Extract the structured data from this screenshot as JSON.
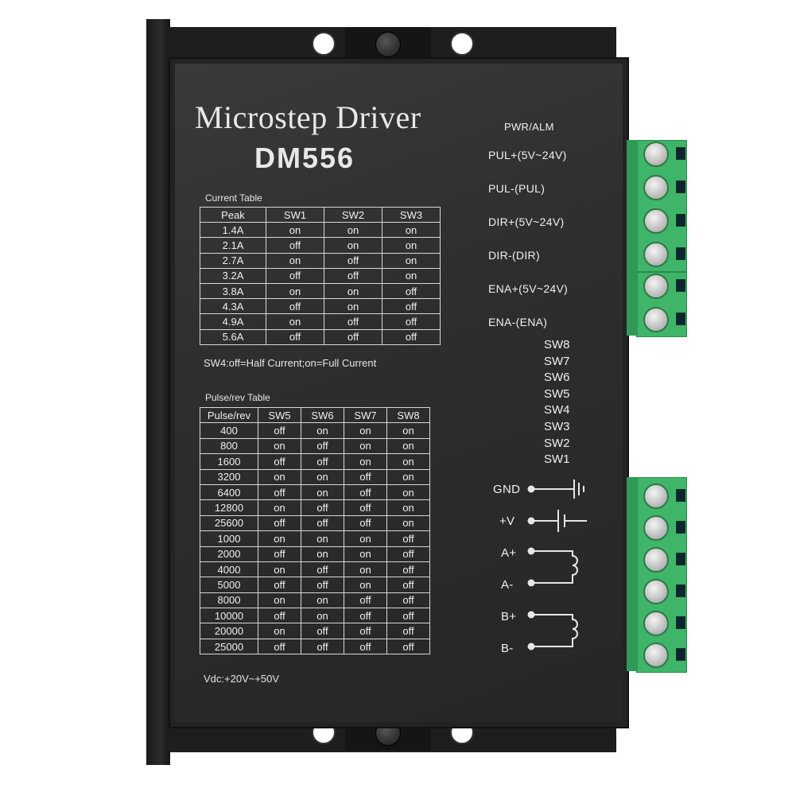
{
  "product": {
    "title": "Microstep Driver",
    "model": "DM556"
  },
  "current_table": {
    "caption": "Current Table",
    "headers": [
      "Peak",
      "SW1",
      "SW2",
      "SW3"
    ],
    "rows": [
      [
        "1.4A",
        "on",
        "on",
        "on"
      ],
      [
        "2.1A",
        "off",
        "on",
        "on"
      ],
      [
        "2.7A",
        "on",
        "off",
        "on"
      ],
      [
        "3.2A",
        "off",
        "off",
        "on"
      ],
      [
        "3.8A",
        "on",
        "on",
        "off"
      ],
      [
        "4.3A",
        "off",
        "on",
        "off"
      ],
      [
        "4.9A",
        "on",
        "off",
        "off"
      ],
      [
        "5.6A",
        "off",
        "off",
        "off"
      ]
    ],
    "note": "SW4:off=Half Current;on=Full Current"
  },
  "pulse_table": {
    "caption": "Pulse/rev Table",
    "headers": [
      "Pulse/rev",
      "SW5",
      "SW6",
      "SW7",
      "SW8"
    ],
    "rows": [
      [
        "400",
        "off",
        "on",
        "on",
        "on"
      ],
      [
        "800",
        "on",
        "off",
        "on",
        "on"
      ],
      [
        "1600",
        "off",
        "off",
        "on",
        "on"
      ],
      [
        "3200",
        "on",
        "on",
        "off",
        "on"
      ],
      [
        "6400",
        "off",
        "on",
        "off",
        "on"
      ],
      [
        "12800",
        "on",
        "off",
        "off",
        "on"
      ],
      [
        "25600",
        "off",
        "off",
        "off",
        "on"
      ],
      [
        "1000",
        "on",
        "on",
        "on",
        "off"
      ],
      [
        "2000",
        "off",
        "on",
        "on",
        "off"
      ],
      [
        "4000",
        "on",
        "off",
        "on",
        "off"
      ],
      [
        "5000",
        "off",
        "off",
        "on",
        "off"
      ],
      [
        "8000",
        "on",
        "on",
        "off",
        "off"
      ],
      [
        "10000",
        "off",
        "on",
        "off",
        "off"
      ],
      [
        "20000",
        "on",
        "off",
        "off",
        "off"
      ],
      [
        "25000",
        "off",
        "off",
        "off",
        "off"
      ]
    ]
  },
  "supply_note": "Vdc:+20V~+50V",
  "signal_labels": {
    "pwr_alm": "PWR/ALM",
    "pul_plus": "PUL+(5V~24V)",
    "pul_minus": "PUL-(PUL)",
    "dir_plus": "DIR+(5V~24V)",
    "dir_minus": "DIR-(DIR)",
    "ena_plus": "ENA+(5V~24V)",
    "ena_minus": "ENA-(ENA)"
  },
  "dip_switches": [
    "SW8",
    "SW7",
    "SW6",
    "SW5",
    "SW4",
    "SW3",
    "SW2",
    "SW1"
  ],
  "power_labels": {
    "gnd": "GND",
    "vplus": "+V",
    "a_plus": "A+",
    "a_minus": "A-",
    "b_plus": "B+",
    "b_minus": "B-"
  },
  "colors": {
    "housing": "#2e2e2e",
    "terminal_green": "#3fb569",
    "print": "#f0f0f0"
  }
}
